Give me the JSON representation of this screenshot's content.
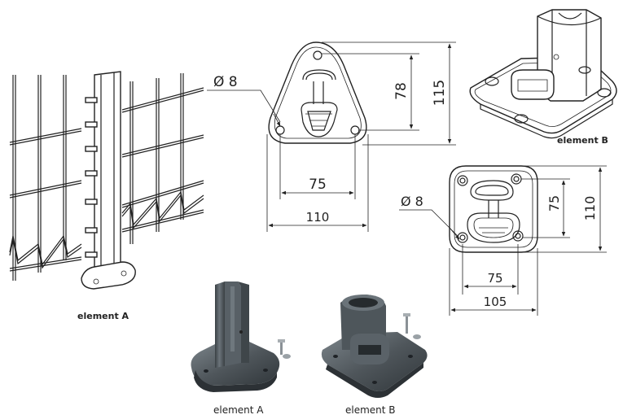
{
  "captions": {
    "element_a_drawing": "element A",
    "element_b_drawing": "element B",
    "element_a_photo": "element A",
    "element_b_photo": "element B"
  },
  "element_a_plan": {
    "hole_diameter": "Ø 8",
    "height_inner": "78",
    "height_outer": "115",
    "width_inner": "75",
    "width_outer": "110"
  },
  "element_b_plan": {
    "hole_diameter": "Ø 8",
    "height_inner": "75",
    "height_outer": "110",
    "width_inner": "75",
    "width_outer": "105"
  },
  "colors": {
    "line": "#222222",
    "photo_metal": "#4a5054",
    "photo_highlight": "#7d868c",
    "background": "#ffffff"
  }
}
